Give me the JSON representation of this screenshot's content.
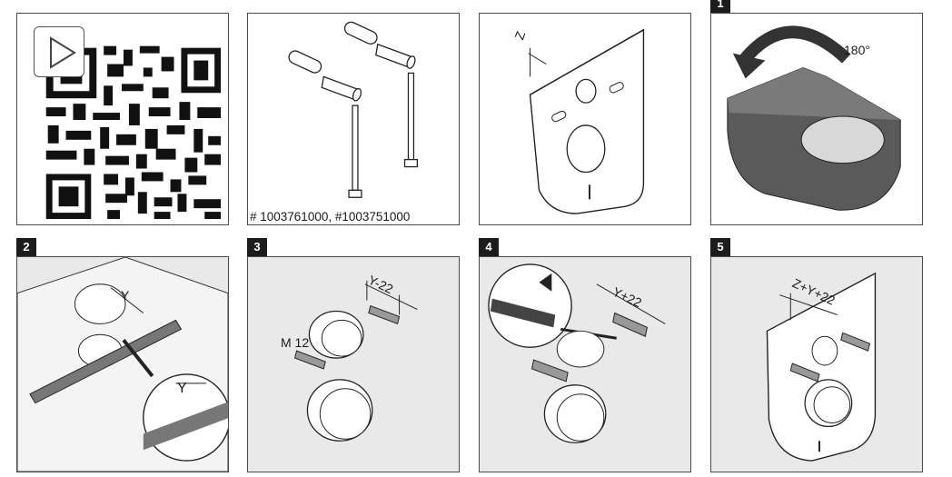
{
  "panels": {
    "qr": {
      "play_icon": "play-icon"
    },
    "parts": {
      "caption": "# 1003761000, #1003751000"
    },
    "frame": {
      "label_z": "Z"
    },
    "step1": {
      "badge": "1",
      "label_angle": "180°"
    },
    "step2": {
      "badge": "2",
      "label_y": "Y",
      "label_y_zoom": "Y"
    },
    "step3": {
      "badge": "3",
      "label_y22": "Y-22",
      "label_m12": "M 12"
    },
    "step4": {
      "badge": "4",
      "label_y22": "Y+22"
    },
    "step5": {
      "badge": "5",
      "label_zy22": "Z+Y+22"
    }
  },
  "colors": {
    "badge_bg": "#1c1c1c",
    "panel_grey": "#e9e9e9",
    "toilet": "#5a5a5a"
  }
}
